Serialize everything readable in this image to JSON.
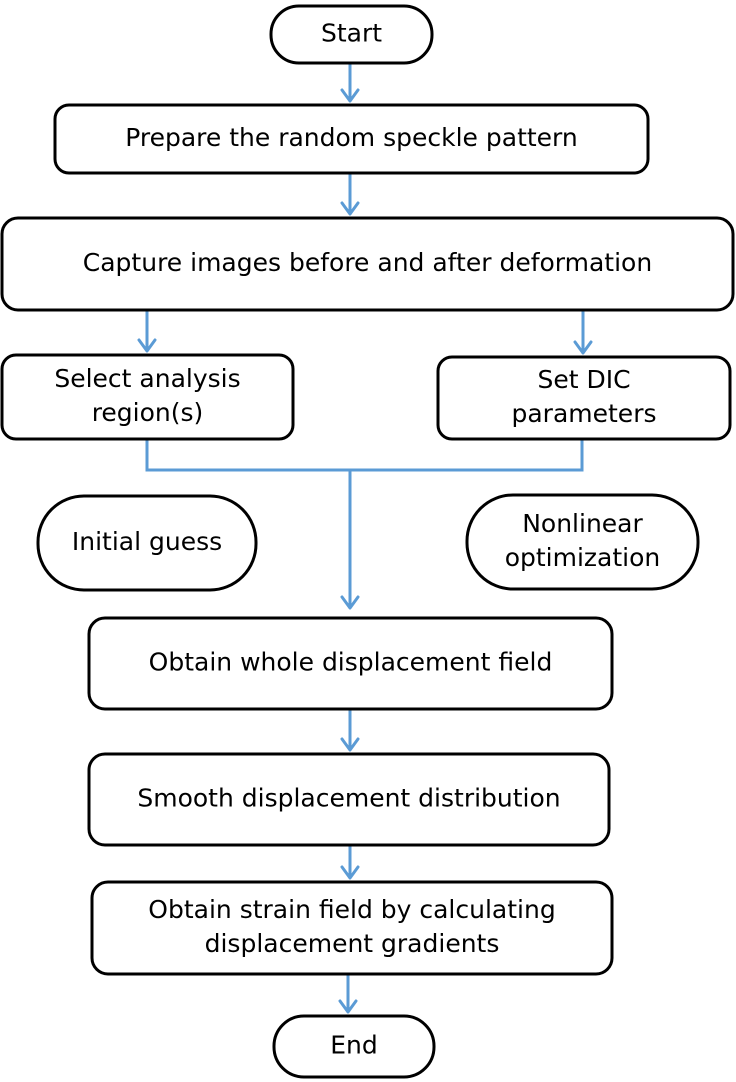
{
  "diagram": {
    "type": "flowchart",
    "edge_color": "#5b9bd5",
    "nodes": [
      {
        "id": "start",
        "shape": "terminal",
        "lines": [
          "Start"
        ]
      },
      {
        "id": "speckle",
        "shape": "process",
        "lines": [
          "Prepare the random speckle pattern"
        ]
      },
      {
        "id": "capture",
        "shape": "process",
        "lines": [
          "Capture images before and after deformation"
        ]
      },
      {
        "id": "region",
        "shape": "process",
        "lines": [
          "Select analysis",
          "region(s)"
        ]
      },
      {
        "id": "params",
        "shape": "process",
        "lines": [
          "Set DIC",
          "parameters"
        ]
      },
      {
        "id": "guess",
        "shape": "terminal",
        "lines": [
          "Initial guess"
        ]
      },
      {
        "id": "nonlinear",
        "shape": "terminal",
        "lines": [
          "Nonlinear",
          "optimization"
        ]
      },
      {
        "id": "displacement",
        "shape": "process",
        "lines": [
          "Obtain whole displacement field"
        ]
      },
      {
        "id": "smooth",
        "shape": "process",
        "lines": [
          "Smooth displacement distribution"
        ]
      },
      {
        "id": "strain",
        "shape": "process",
        "lines": [
          "Obtain strain field by calculating",
          "displacement gradients"
        ]
      },
      {
        "id": "end",
        "shape": "terminal",
        "lines": [
          "End"
        ]
      }
    ],
    "edges": [
      {
        "from": "start",
        "to": "speckle"
      },
      {
        "from": "speckle",
        "to": "capture"
      },
      {
        "from": "capture",
        "to": "region"
      },
      {
        "from": "capture",
        "to": "params"
      },
      {
        "from": "region",
        "to": "displacement"
      },
      {
        "from": "params",
        "to": "displacement"
      },
      {
        "from": "displacement",
        "to": "smooth"
      },
      {
        "from": "smooth",
        "to": "strain"
      },
      {
        "from": "strain",
        "to": "end"
      }
    ]
  }
}
